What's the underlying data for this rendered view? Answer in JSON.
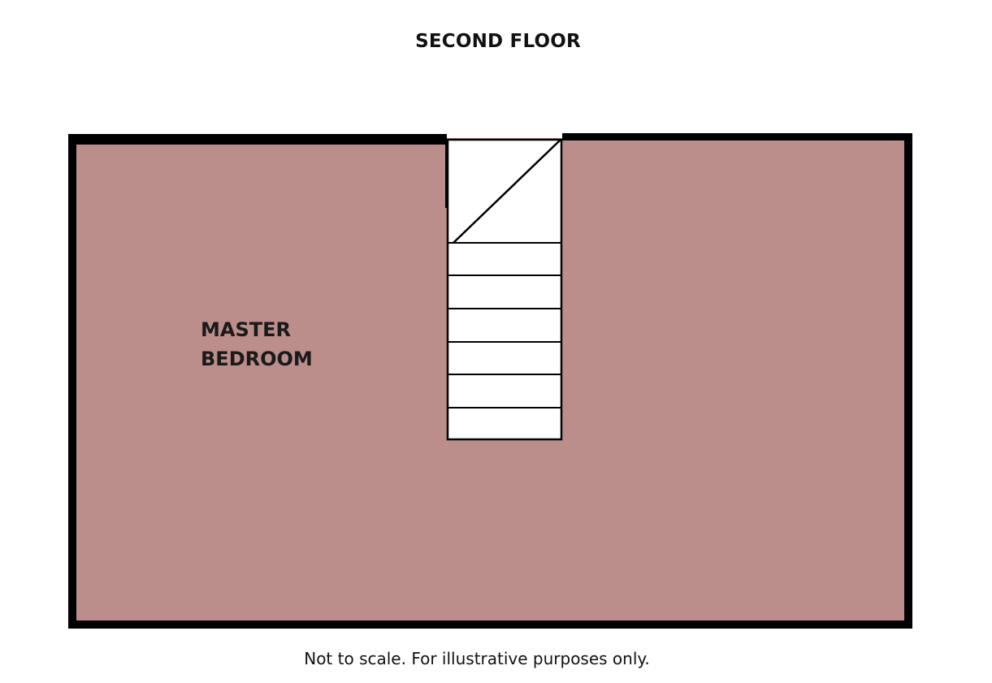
{
  "floor": {
    "title": "SECOND FLOOR"
  },
  "rooms": [
    {
      "label_line1": "MASTER",
      "label_line2": "BEDROOM",
      "fill_color": "#bb8d8b"
    }
  ],
  "colors": {
    "wall": "#000000",
    "stair": "#ffffff"
  },
  "footnote": "Not to scale. For illustrative purposes only."
}
